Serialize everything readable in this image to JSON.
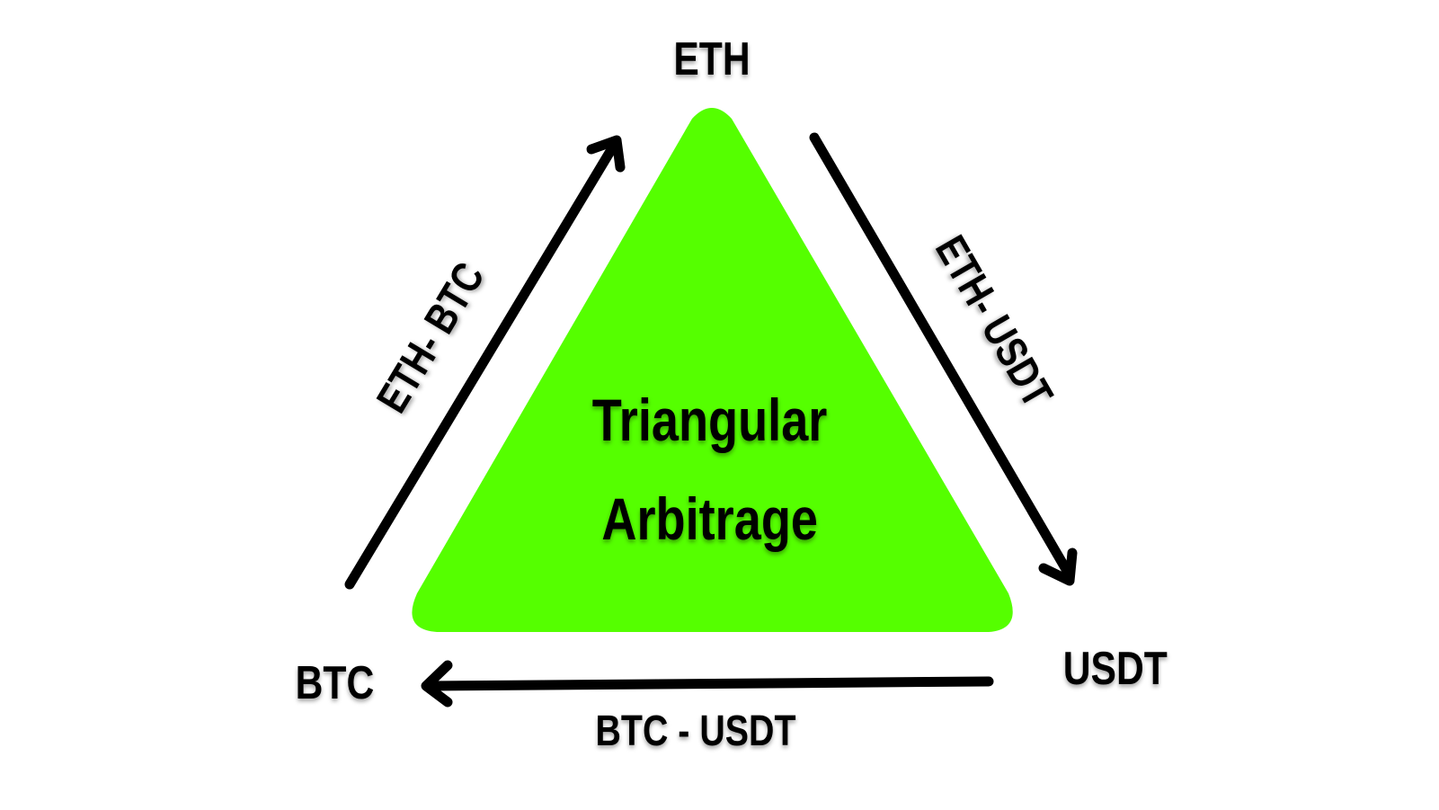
{
  "diagram": {
    "title_line1": "Triangular",
    "title_line2": "Arbitrage",
    "triangle_fill": "#55FF00",
    "arrow_color": "#000000",
    "nodes": {
      "top": "ETH",
      "bottom_left": "BTC",
      "bottom_right": "USDT"
    },
    "edges": {
      "left": "ETH- BTC",
      "right": "ETH- USDT",
      "bottom": "BTC - USDT"
    },
    "flow": [
      {
        "from": "BTC",
        "to": "ETH",
        "label": "ETH- BTC"
      },
      {
        "from": "ETH",
        "to": "USDT",
        "label": "ETH- USDT"
      },
      {
        "from": "USDT",
        "to": "BTC",
        "label": "BTC - USDT"
      }
    ]
  }
}
